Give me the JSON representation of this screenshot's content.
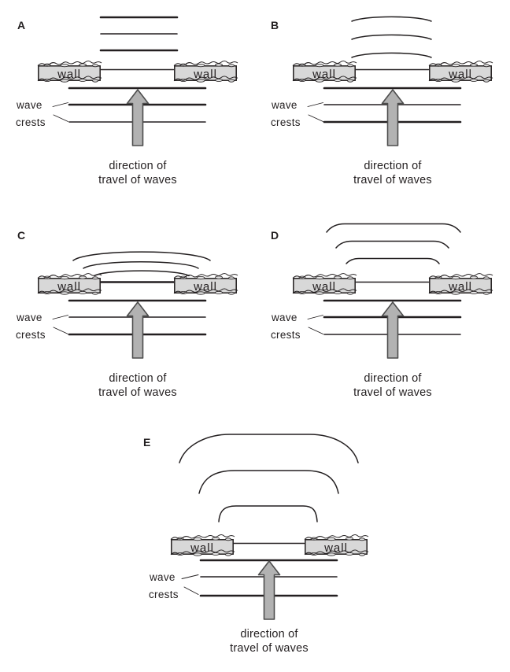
{
  "colors": {
    "line": "#231f20",
    "wall_fill": "#d8d8d8",
    "arrow_fill": "#b2b2b2",
    "arrow_stroke": "#4d4d4d",
    "stone_fill": "#e3e3e3",
    "background": "#ffffff"
  },
  "labels": {
    "wall": "wall",
    "wave_crests": [
      "wave",
      "crests"
    ],
    "direction_caption": [
      "direction of",
      "travel of waves"
    ]
  },
  "panels": [
    {
      "letter": "A",
      "wavefronts_beyond_gap": "three straight parallel lines, same width as the gap"
    },
    {
      "letter": "B",
      "wavefronts_beyond_gap": "three slightly curved arcs, same width as the gap, evenly spaced"
    },
    {
      "letter": "C",
      "wavefronts_beyond_gap": "three curved arcs wider than the gap, bunched close above the wall"
    },
    {
      "letter": "D",
      "wavefronts_beyond_gap": "three curved arcs spreading progressively wider than the gap, evenly spaced"
    },
    {
      "letter": "E",
      "wavefronts_beyond_gap": "three strongly curved arcs spreading much wider than the gap"
    }
  ]
}
